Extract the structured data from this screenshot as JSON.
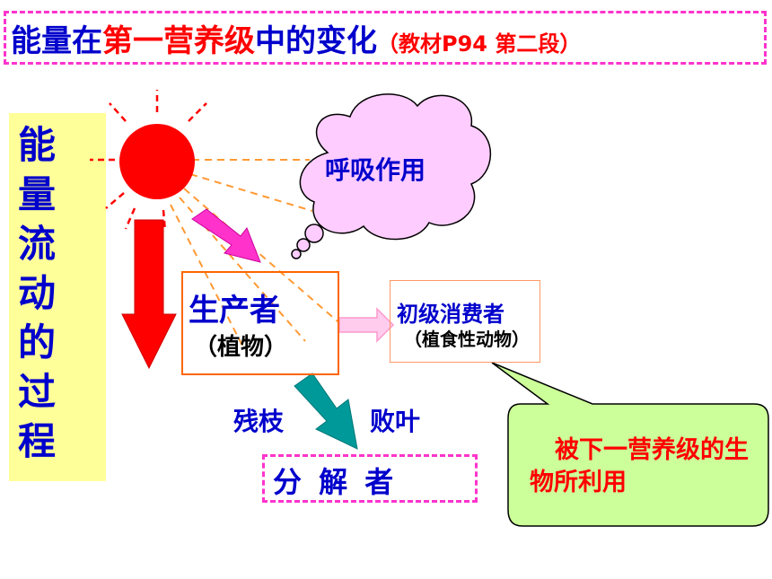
{
  "title": {
    "part1": "能量在",
    "part2": "第一营养级",
    "part3": "中的变化",
    "part4": "（教材P94 第二段）"
  },
  "side_label": "能量流动的过程",
  "cloud_label": "呼吸作用",
  "producer": {
    "name": "生产者",
    "sub": "（植物）"
  },
  "consumer": {
    "name": "初级消费者",
    "sub": "（植食性动物）"
  },
  "residue_left": "残枝",
  "residue_right": "败叶",
  "decomposer": "分 解 者",
  "callout": "被下一营养级的生物所利用",
  "colors": {
    "title_blue": "#0000cc",
    "title_red": "#ff0000",
    "sun": "#ff0000",
    "ray": "#ff6600",
    "pink_arrow": "#ff33cc",
    "teal_arrow": "#009999",
    "cloud": "#ffccff",
    "callout_bg": "#ccff99",
    "side_bg": "#ffff99"
  }
}
